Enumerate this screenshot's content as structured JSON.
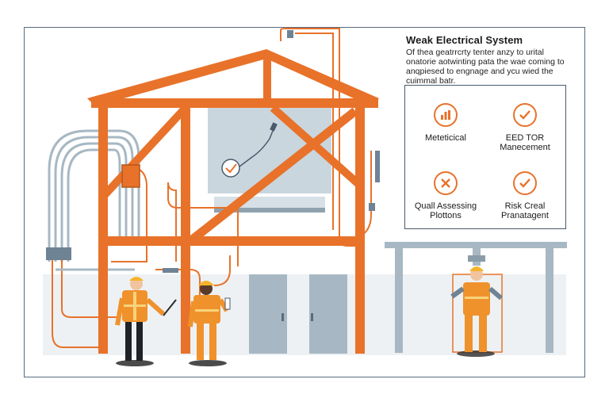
{
  "header": {
    "title": "Weak Electrical System",
    "description": [
      "Of thea geatrrcrty tenter anzy to urital",
      "onatorie aotwinting pata the wae coming to",
      "anqpiesed to engnage and ycu wied the",
      "cuimmal batr."
    ]
  },
  "panel": {
    "items": [
      {
        "icon": "bar-chart-icon",
        "lines": [
          "Meteticical"
        ]
      },
      {
        "icon": "check-icon",
        "lines": [
          "EED TOR",
          "Manecement"
        ]
      },
      {
        "icon": "cross-icon",
        "lines": [
          "Quall Assessing",
          "Plottons"
        ]
      },
      {
        "icon": "check-icon",
        "lines": [
          "Risk Creal",
          "Pranatagent"
        ]
      }
    ]
  },
  "colors": {
    "frame_orange": "#e8722a",
    "steel_blue": "#a7b8c4",
    "worker_orange": "#f0922b",
    "border": "#4a5a6c"
  }
}
